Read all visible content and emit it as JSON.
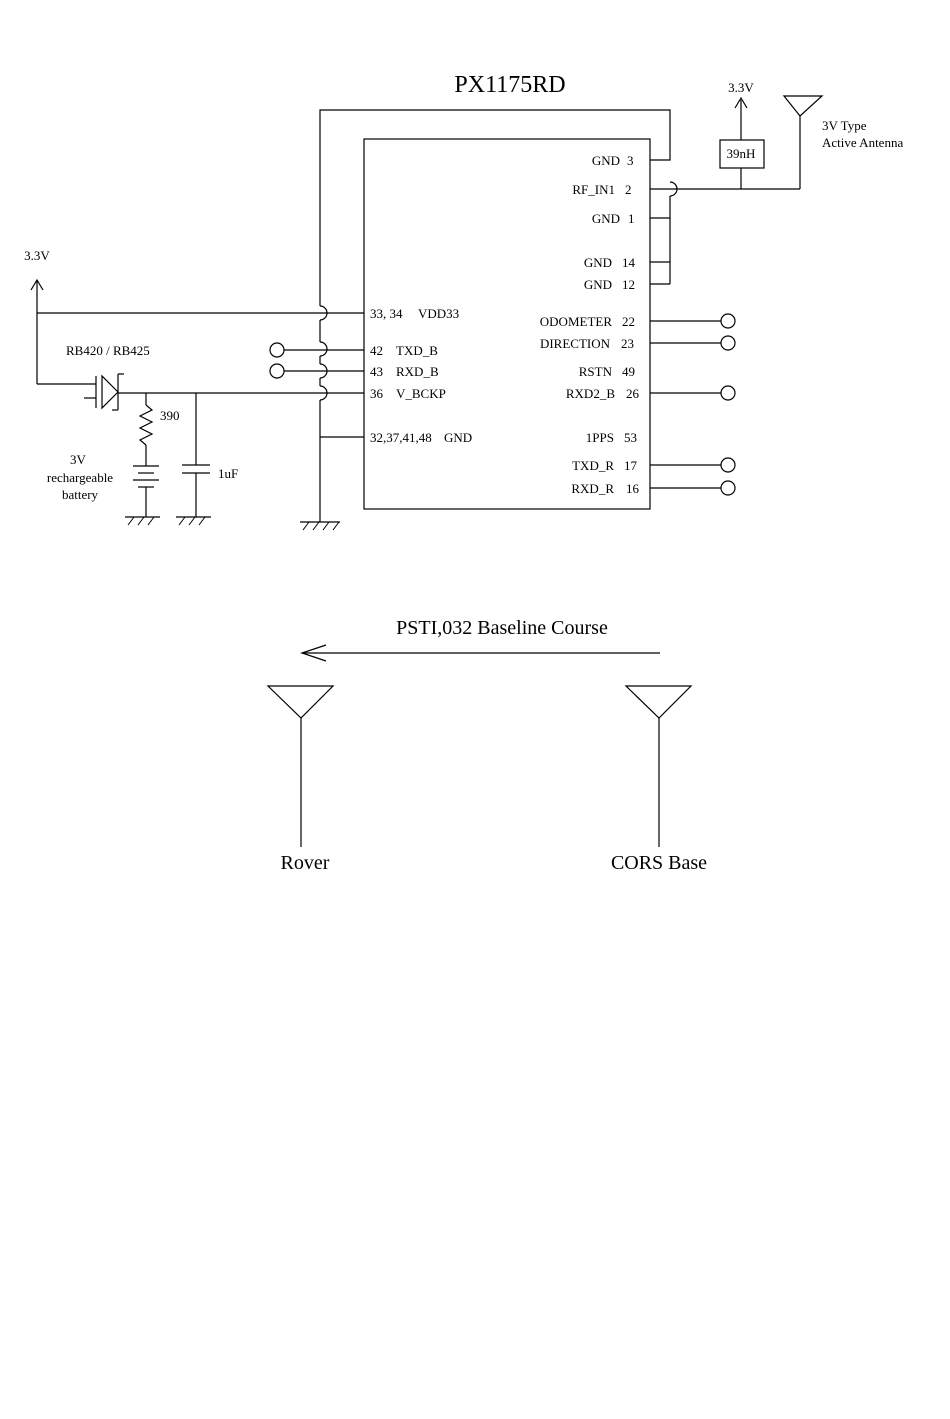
{
  "schematic": {
    "title": "PX1175RD",
    "chip_left_pins": [
      {
        "num": "33, 34",
        "name": "VDD33"
      },
      {
        "num": "42",
        "name": "TXD_B"
      },
      {
        "num": "43",
        "name": "RXD_B"
      },
      {
        "num": "36",
        "name": "V_BCKP"
      },
      {
        "num": "32,37,41,48",
        "name": "GND"
      }
    ],
    "chip_right_pins": [
      {
        "name": "GND",
        "num": "3"
      },
      {
        "name": "RF_IN1",
        "num": "2"
      },
      {
        "name": "GND",
        "num": "1"
      },
      {
        "name": "GND",
        "num": "14"
      },
      {
        "name": "GND",
        "num": "12"
      },
      {
        "name": "ODOMETER",
        "num": "22"
      },
      {
        "name": "DIRECTION",
        "num": "23"
      },
      {
        "name": "RSTN",
        "num": "49"
      },
      {
        "name": "RXD2_B",
        "num": "26"
      },
      {
        "name": "1PPS",
        "num": "53"
      },
      {
        "name": "TXD_R",
        "num": "17"
      },
      {
        "name": "RXD_R",
        "num": "16"
      }
    ],
    "supply_left": "3.3V",
    "supply_antenna": "3.3V",
    "inductor": "39nH",
    "antenna_label_1": "3V Type",
    "antenna_label_2": "Active Antenna",
    "diode": "RB420 / RB425",
    "resistor": "390",
    "capacitor": "1uF",
    "battery_1": "3V",
    "battery_2": "rechargeable",
    "battery_3": "battery"
  },
  "baseline": {
    "title": "PSTI,032 Baseline Course",
    "rover": "Rover",
    "base": "CORS Base"
  }
}
